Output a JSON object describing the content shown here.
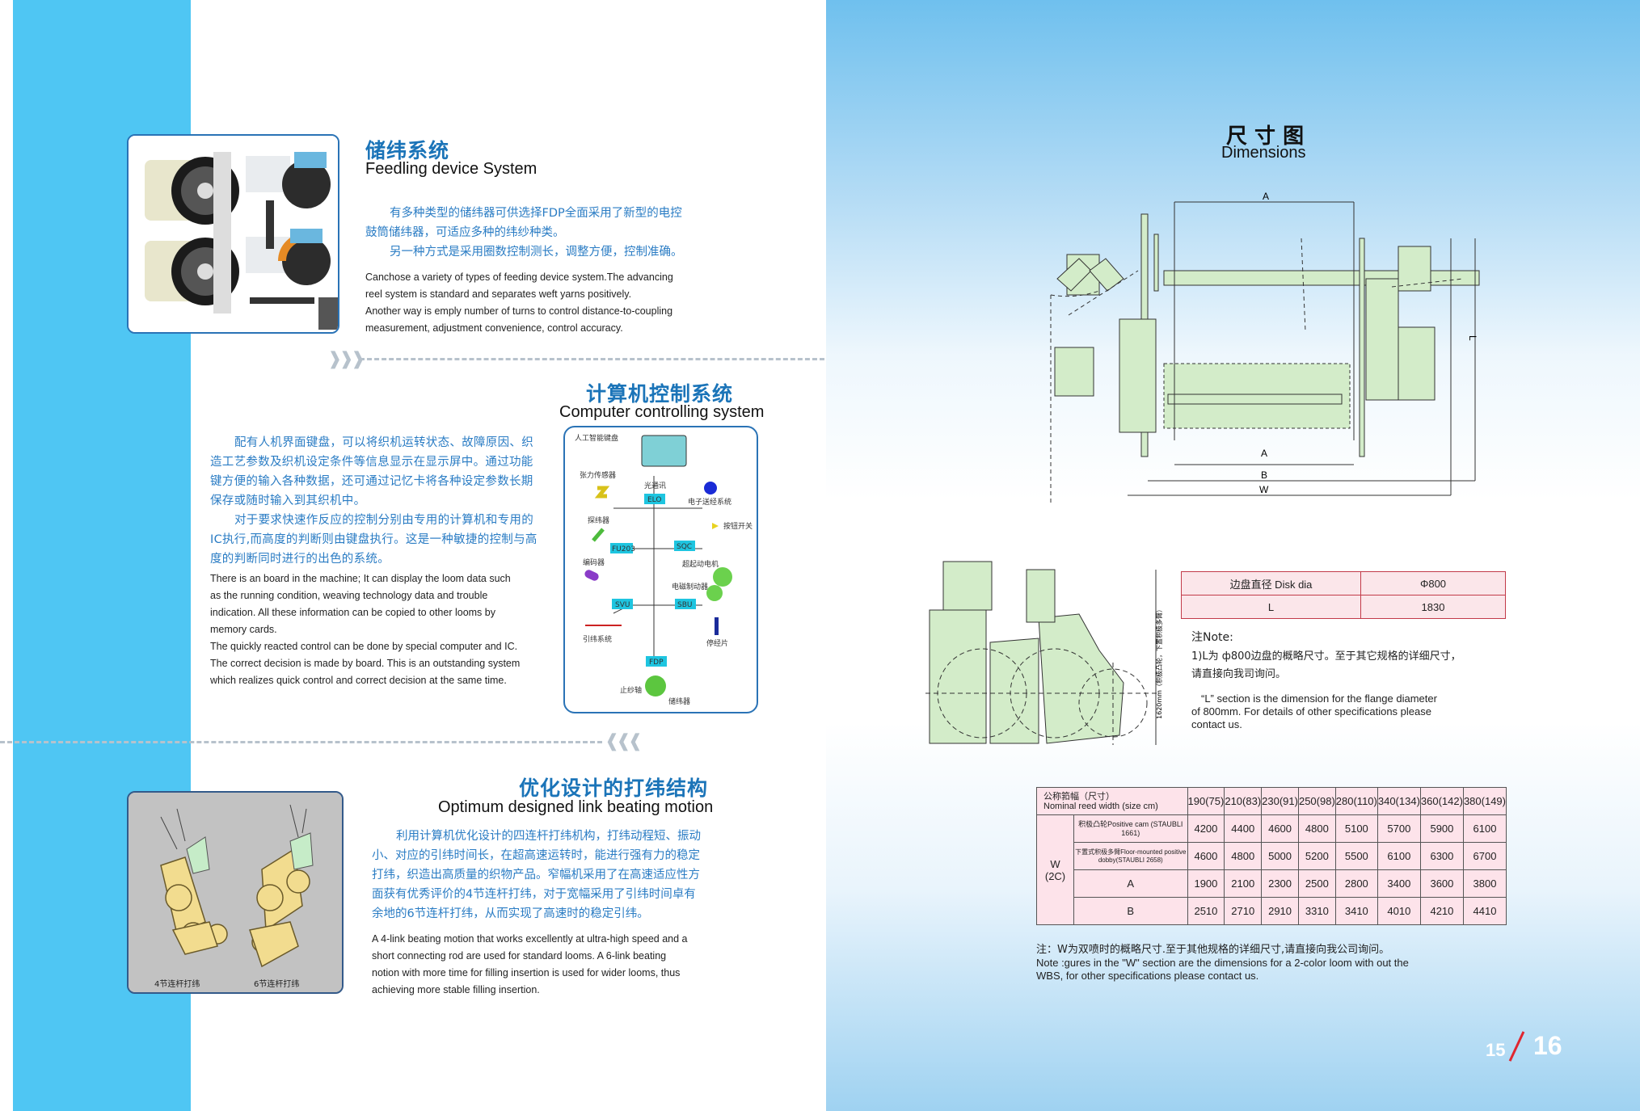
{
  "feeding": {
    "title_zh": "储纬系统",
    "title_en": "Feedling device System",
    "zh_lines": [
      "有多种类型的储纬器可供选择FDP全面采用了新型的电控",
      "鼓筒储纬器，可适应多种的纬纱种类。",
      "另一种方式是采用圈数控制测长，调整方便，控制准确。"
    ],
    "en_lines": [
      "Canchose a variety of types of feeding device system.The advancing",
      "reel system is standard and separates weft yarns positively.",
      "Another way is emply number of turns to control distance-to-coupling",
      "measurement, adjustment  convenience, control  accuracy."
    ]
  },
  "computer": {
    "title_zh": "计算机控制系统",
    "title_en": "Computer controlling system",
    "zh_lines": [
      "配有人机界面键盘，可以将织机运转状态、故障原因、织",
      "造工艺参数及织机设定条件等信息显示在显示屏中。通过功能",
      "键方便的输入各种数据，还可通过记忆卡将各种设定参数长期",
      "保存或随时输入到其织机中。",
      "对于要求快速作反应的控制分别由专用的计算机和专用的",
      "IC执行,而高度的判断则由键盘执行。这是一种敏捷的控制与高",
      "度的判断同时进行的出色的系统。"
    ],
    "en_lines": [
      "There is an board in the machine; It can display the loom data such",
      "as  the  running  condition,  weaving  technology  data  and  trouble",
      "indication. All  these  information  can  be  copied  to  other  looms  by",
      "memory cards.",
      "The quickly reacted control can be done by special computer and IC.",
      "The correct decision is made by board. This is an outstanding system",
      "which realizes  quick control and correct decision at the same time."
    ],
    "diagram": {
      "keyboard": "人工智能键盘",
      "tension": "张力传感器",
      "optical": "光通讯",
      "elo": "ELO",
      "edt": "电子送经系统",
      "detector": "探纬器",
      "push": "按钮开关",
      "fu203": "FU203",
      "sqc": "SQC",
      "motor": "超起动电机",
      "encoder": "编码器",
      "brake": "电磁制动器",
      "svu": "SVU",
      "sbu": "SBU",
      "leno": "引纬系统",
      "stop": "停经片",
      "fdp": "FDP",
      "fdp2": "止纱轴",
      "feeder": "储纬器"
    }
  },
  "beating": {
    "title_zh": "优化设计的打纬结构",
    "title_en": "Optimum designed link beating motion",
    "zh_lines": [
      "利用计算机优化设计的四连杆打纬机构，打纬动程短、振动",
      "小、对应的引纬时间长，在超高速运转时，能进行强有力的稳定",
      "打纬，织造出高质量的织物产品。窄幅机采用了在高速适应性方",
      "面获有优秀评价的4节连杆打纬，对于宽幅采用了引纬时间卓有",
      "余地的6节连杆打纬，从而实现了高速时的稳定引纬。"
    ],
    "en_lines": [
      "A 4-link beating motion that works excellently at ultra-high speed and a",
      "short connecting rod are used for standard looms. A 6-link beating",
      "notion with more time  for filling insertion is used for wider looms, thus",
      "achieving more stable filling insertion."
    ],
    "label4": "4节连杆打纬",
    "label6": "6节连杆打纬"
  },
  "dimensions": {
    "title_zh": "尺 寸 图",
    "title_en": "Dimensions",
    "labels": {
      "A_top": "A",
      "A_bottom": "A",
      "B": "B",
      "W": "W",
      "L": "L",
      "side": "1620mm（积极凸轮，下置积极多臂）"
    },
    "spec": {
      "disk_label": "边盘直径 Disk dia",
      "disk_value": "Φ800",
      "l_label": "L",
      "l_value": "1830"
    },
    "note_title": "注Note:",
    "note_zh": [
      "1)L为 ф800边盘的概略尺寸。至于其它规格的详细尺寸，",
      "请直接向我司询问。"
    ],
    "note_en": [
      "“L” section is the dimension for the flange diameter",
      "of 800mm. For details of other specifications please",
      "contact us."
    ],
    "table": {
      "head_zh": "公称筘幅（尺寸）",
      "head_en": "Nominal reed width (size cm)",
      "widths": [
        "190(75)",
        "210(83)",
        "230(91)",
        "250(98)",
        "280(110)",
        "340(134)",
        "360(142)",
        "380(149)"
      ],
      "w_label": "W",
      "w_sub": "(2C)",
      "rows": [
        {
          "label": "积极凸轮Positive cam (STAUBLI 1661)",
          "values": [
            "4200",
            "4400",
            "4600",
            "4800",
            "5100",
            "5700",
            "5900",
            "6100"
          ]
        },
        {
          "label": "下置式积极多臂Floor-mounted positive dobby(STAUBLI 2658)",
          "values": [
            "4600",
            "4800",
            "5000",
            "5200",
            "5500",
            "6100",
            "6300",
            "6700"
          ]
        },
        {
          "label": "A",
          "values": [
            "1900",
            "2100",
            "2300",
            "2500",
            "2800",
            "3400",
            "3600",
            "3800"
          ]
        },
        {
          "label": "B",
          "values": [
            "2510",
            "2710",
            "2910",
            "3310",
            "3410",
            "4010",
            "4210",
            "4410"
          ]
        }
      ]
    },
    "footer_zh": "注：W为双喷时的概略尺寸.至于其他规格的详细尺寸,请直接向我公司询问。",
    "footer_en": [
      "Note :gures in the \"W\" section are the dimensions for  a  2-color loom  with out  the",
      "WBS, for other  specifications please contact us."
    ]
  },
  "page_numbers": {
    "left": "15",
    "right": "16"
  }
}
